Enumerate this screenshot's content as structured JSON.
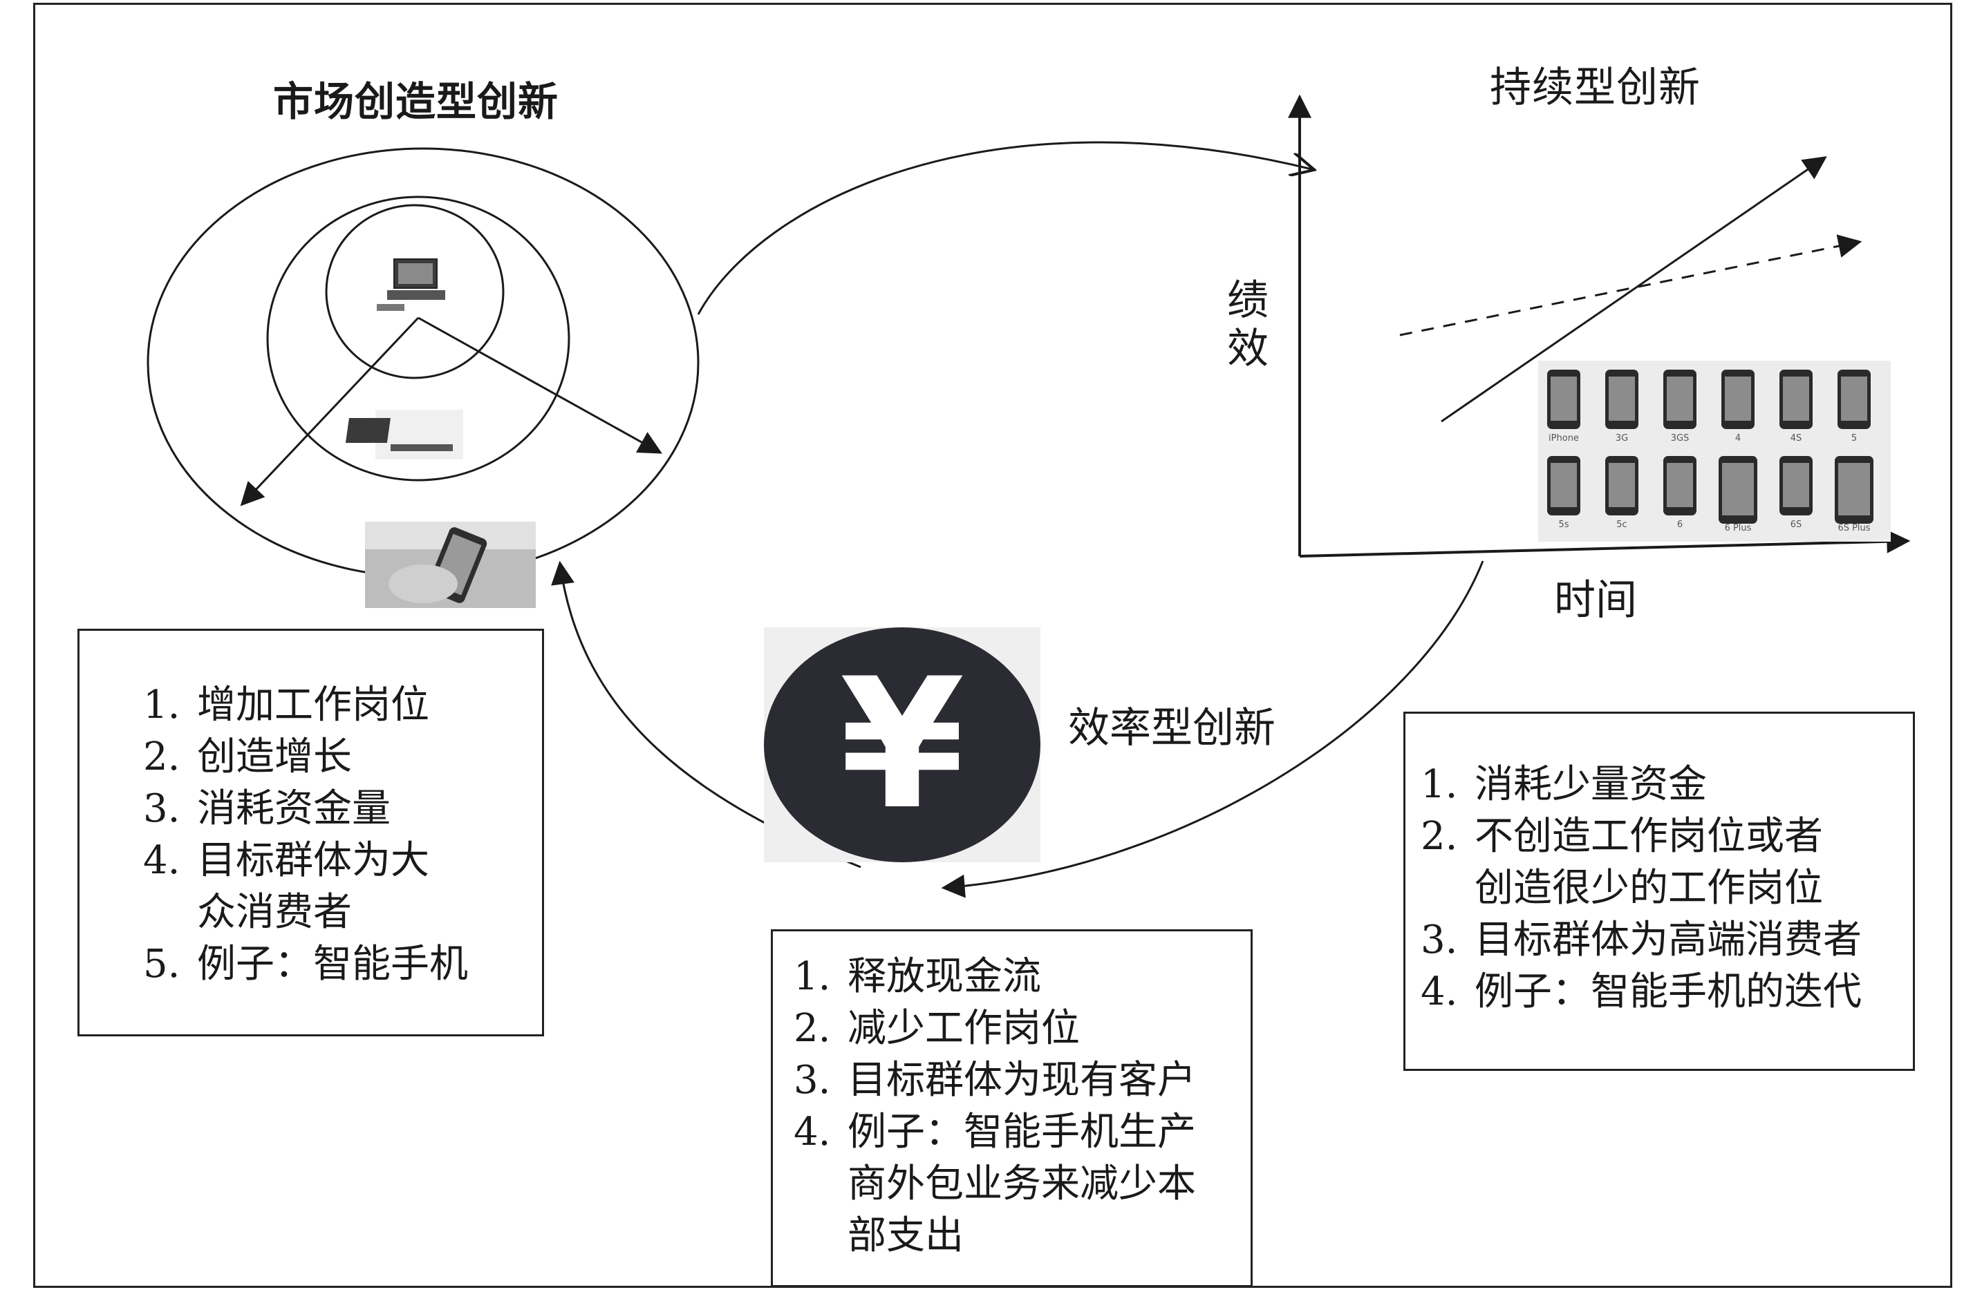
{
  "titles": {
    "market_creating": "市场创造型创新",
    "sustaining": "持续型创新",
    "efficiency": "效率型创新"
  },
  "axes": {
    "y_label_char_1": "绩",
    "y_label_char_2": "效",
    "x_label": "时间"
  },
  "yen_symbol": "¥",
  "iphone_models": {
    "row1": [
      "iPhone",
      "3G",
      "3GS",
      "4",
      "4S",
      "5"
    ],
    "row2": [
      "5s",
      "5c",
      "6",
      "6 Plus",
      "6S",
      "6S Plus"
    ]
  },
  "market_box": {
    "items": [
      {
        "num": "1.",
        "text": "增加工作岗位"
      },
      {
        "num": "2.",
        "text": "创造增长"
      },
      {
        "num": "3.",
        "text": "消耗资金量"
      },
      {
        "num": "4.",
        "text": "目标群体为大\n众消费者"
      },
      {
        "num": "5.",
        "text": "例子：智能手机"
      }
    ]
  },
  "efficiency_box": {
    "items": [
      {
        "num": "1.",
        "text": "释放现金流"
      },
      {
        "num": "2.",
        "text": "减少工作岗位"
      },
      {
        "num": "3.",
        "text": "目标群体为现有客户"
      },
      {
        "num": "4.",
        "text": "例子：智能手机生产\n商外包业务来减少本\n部支出"
      }
    ]
  },
  "sustaining_box": {
    "items": [
      {
        "num": "1.",
        "text": "消耗少量资金"
      },
      {
        "num": "2.",
        "text": "不创造工作岗位或者\n创造很少的工作岗位"
      },
      {
        "num": "3.",
        "text": "目标群体为高端消费者"
      },
      {
        "num": "4.",
        "text": "例子：智能手机的迭代"
      }
    ]
  },
  "colors": {
    "line": "#1a1a1a",
    "yen_bg": "#2b2b33"
  }
}
